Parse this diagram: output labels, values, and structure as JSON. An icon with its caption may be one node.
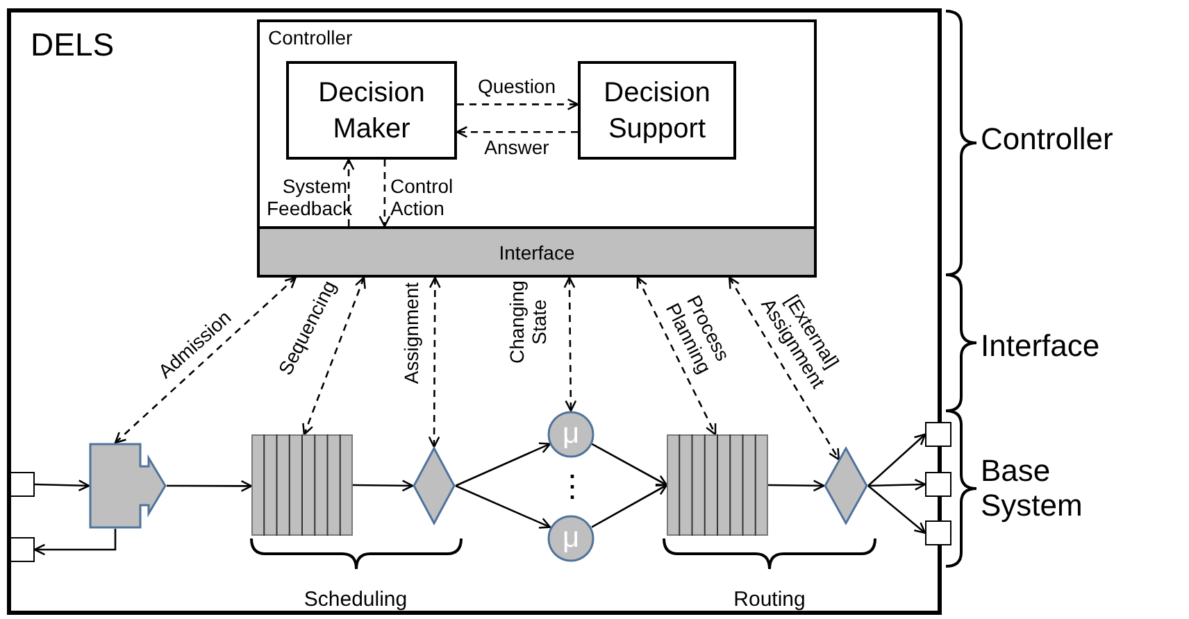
{
  "diagram": {
    "nodes": [
      {
        "text": [
          "DELS"
        ]
      },
      {
        "text": [
          "Controller"
        ],
        "in": 0
      },
      {
        "text": [
          "Decision Maker"
        ],
        "in": 1
      },
      {
        "text": [
          "Decision Support"
        ],
        "in": 1
      },
      {
        "text": [
          "Interface"
        ],
        "in": 1
      },
      {
        "text": [],
        "shape": "box",
        "in": 0
      },
      {
        "text": [],
        "shape": "box",
        "in": 0
      },
      {
        "text": [],
        "shape": "box",
        "in": 0
      },
      {
        "text": [],
        "shape": "bar",
        "in": 0
      },
      {
        "text": [],
        "shape": "diamond",
        "in": 0
      },
      {
        "text": [
          "μ"
        ],
        "in": 0
      },
      {
        "text": [
          "μ"
        ],
        "in": 0
      },
      {
        "text": [],
        "shape": "bar",
        "in": 0
      },
      {
        "text": [],
        "shape": "diamond",
        "in": 0
      },
      {
        "text": [],
        "shape": "box",
        "in": 0
      },
      {
        "text": [],
        "shape": "box",
        "in": 0
      },
      {
        "text": [],
        "shape": "box",
        "in": 0
      }
    ],
    "edges": [
      {
        "from": 2,
        "to": 3,
        "arrow": "to",
        "label": "Question",
        "style": "dashed"
      },
      {
        "from": 3,
        "to": 2,
        "arrow": "to",
        "label": "Answer",
        "style": "dashed"
      },
      {
        "from": 4,
        "to": 2,
        "arrow": "to",
        "label": "System Feedback",
        "style": "dashed"
      },
      {
        "from": 2,
        "to": 4,
        "arrow": "to",
        "label": "Control Action",
        "style": "dashed"
      },
      {
        "from": 4,
        "to": 7,
        "arrow": "both",
        "label": "Admission",
        "style": "dashed"
      },
      {
        "from": 4,
        "to": 8,
        "arrow": "both",
        "label": "Sequencing",
        "style": "dashed"
      },
      {
        "from": 4,
        "to": 9,
        "arrow": "both",
        "label": "Assignment",
        "style": "dashed"
      },
      {
        "from": 4,
        "to": 10,
        "arrow": "both",
        "label": "Changing State",
        "style": "dashed"
      },
      {
        "from": 4,
        "to": 12,
        "arrow": "both",
        "label": "Process Planning",
        "style": "dashed"
      },
      {
        "from": 4,
        "to": 13,
        "arrow": "both",
        "label": "[External] Assignment",
        "style": "dashed"
      },
      {
        "from": 5,
        "to": 7,
        "arrow": "to"
      },
      {
        "from": 7,
        "to": 6,
        "arrow": "to"
      },
      {
        "from": 7,
        "to": 8,
        "arrow": "to"
      },
      {
        "from": 8,
        "to": 9,
        "arrow": "to"
      },
      {
        "from": 9,
        "to": 10,
        "arrow": "to"
      },
      {
        "from": 9,
        "to": 11,
        "arrow": "to"
      },
      {
        "from": 10,
        "to": 12,
        "arrow": "to"
      },
      {
        "from": 11,
        "to": 12,
        "arrow": "to"
      },
      {
        "from": 12,
        "to": 13,
        "arrow": "to"
      },
      {
        "from": 13,
        "to": 14,
        "arrow": "to"
      },
      {
        "from": 13,
        "to": 15,
        "arrow": "to"
      },
      {
        "from": 13,
        "to": 16,
        "arrow": "to"
      }
    ],
    "labels": [
      "⋮",
      "Scheduling",
      "Routing",
      "Controller",
      "Interface",
      "Base System"
    ]
  }
}
